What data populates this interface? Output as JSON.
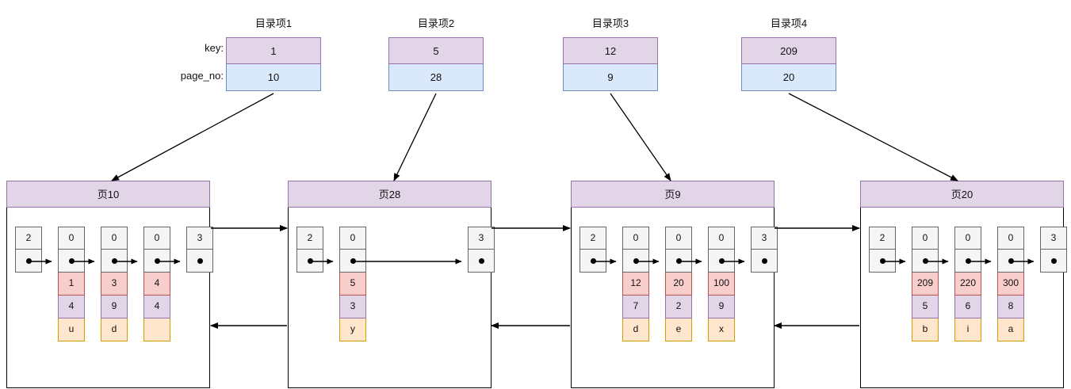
{
  "labels": {
    "key_label": "key:",
    "page_no_label": "page_no:"
  },
  "directory": [
    {
      "title": "目录项1",
      "key": "1",
      "page_no": "10"
    },
    {
      "title": "目录项2",
      "key": "5",
      "page_no": "28"
    },
    {
      "title": "目录项3",
      "key": "12",
      "page_no": "9"
    },
    {
      "title": "目录项4",
      "key": "209",
      "page_no": "20"
    }
  ],
  "pages": [
    {
      "title": "页10",
      "head_node": "2",
      "tail_node": "3",
      "records": [
        {
          "node": "0",
          "a": "1",
          "b": "4",
          "c": "u"
        },
        {
          "node": "0",
          "a": "3",
          "b": "9",
          "c": "d"
        },
        {
          "node": "0",
          "a": "4",
          "b": "4",
          "c": ""
        }
      ]
    },
    {
      "title": "页28",
      "head_node": "2",
      "tail_node": "3",
      "records": [
        {
          "node": "0",
          "a": "5",
          "b": "3",
          "c": "y"
        }
      ]
    },
    {
      "title": "页9",
      "head_node": "2",
      "tail_node": "3",
      "records": [
        {
          "node": "0",
          "a": "12",
          "b": "7",
          "c": "d"
        },
        {
          "node": "0",
          "a": "20",
          "b": "2",
          "c": "e"
        },
        {
          "node": "0",
          "a": "100",
          "b": "9",
          "c": "x"
        }
      ]
    },
    {
      "title": "页20",
      "head_node": "2",
      "tail_node": "3",
      "records": [
        {
          "node": "0",
          "a": "209",
          "b": "5",
          "c": "b"
        },
        {
          "node": "0",
          "a": "220",
          "b": "6",
          "c": "i"
        },
        {
          "node": "0",
          "a": "300",
          "b": "8",
          "c": "a"
        }
      ]
    }
  ],
  "colors": {
    "key_fill": "#e1d5e7",
    "key_stroke": "#9673a6",
    "page_no_fill": "#dae8fc",
    "page_no_stroke": "#6c8ebf",
    "record_a_fill": "#f8cecc",
    "record_a_stroke": "#b85450",
    "record_b_fill": "#e1d5e7",
    "record_b_stroke": "#9673a6",
    "record_c_fill": "#ffe6cc",
    "record_c_stroke": "#d79b00",
    "node_fill": "#f5f5f5",
    "node_stroke": "#666666",
    "frame_stroke": "#000000"
  }
}
